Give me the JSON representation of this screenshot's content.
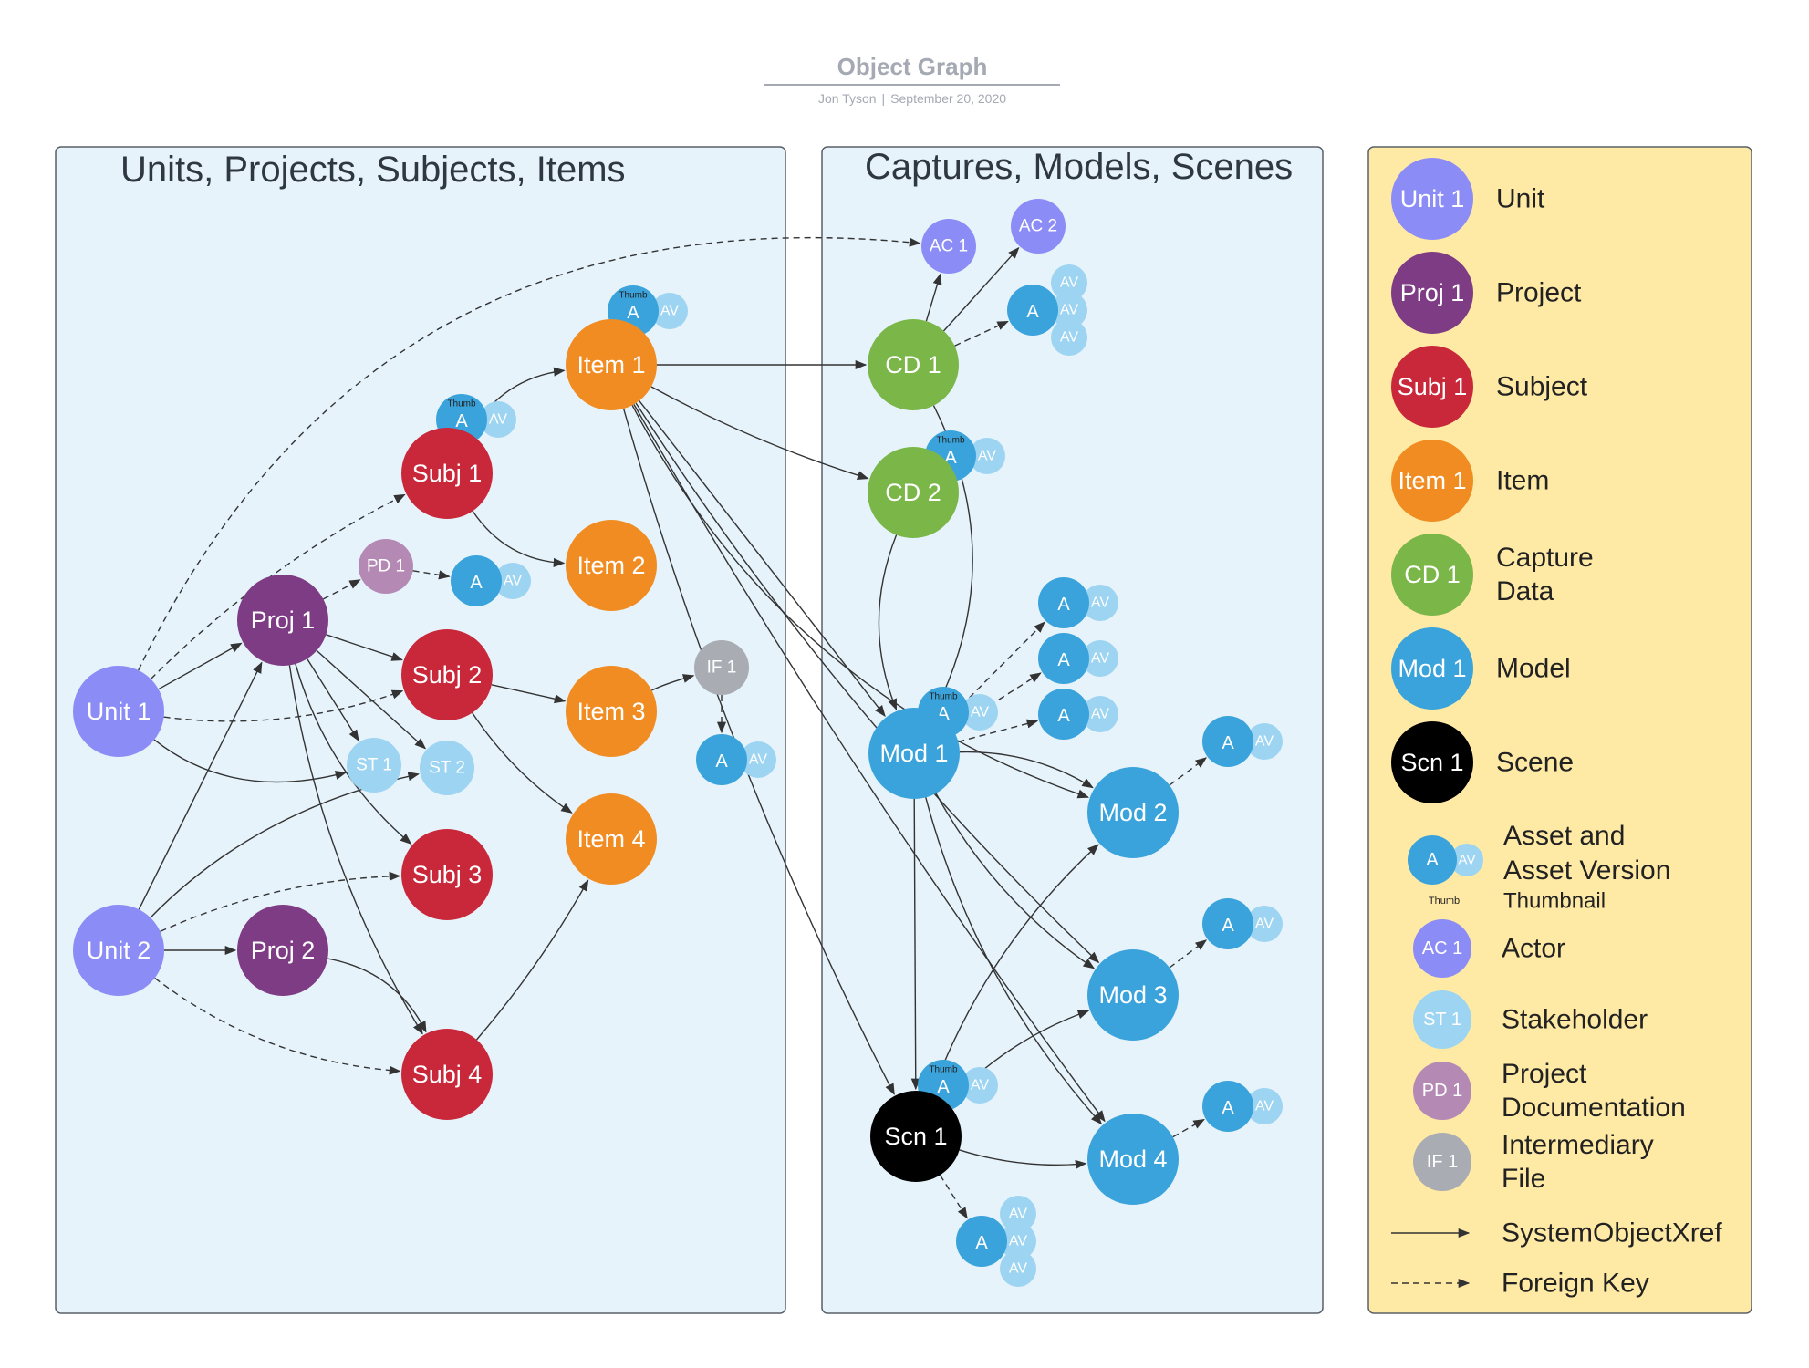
{
  "header": {
    "title": "Object Graph",
    "author": "Jon Tyson",
    "date": "September 20, 2020"
  },
  "panels": {
    "left_title": "Units, Projects, Subjects, Items",
    "middle_title": "Captures, Models, Scenes"
  },
  "colors": {
    "unit": "#8c8cf7",
    "project": "#7e3c84",
    "subject": "#c8283a",
    "item": "#f08c22",
    "capture": "#7ab648",
    "model": "#3aa3db",
    "scene": "#000000",
    "asset": "#3aa3db",
    "asset_version": "#9dd4f2",
    "actor": "#8c8cf7",
    "stakeholder": "#9dd4f2",
    "project_doc": "#b48ab5",
    "intermediary": "#a9adb3",
    "panel_fill": "#e6f3fb",
    "legend_fill": "#ffeaa5"
  },
  "nodes": [
    {
      "id": "unit1",
      "label": "Unit 1",
      "kind": "unit"
    },
    {
      "id": "unit2",
      "label": "Unit 2",
      "kind": "unit"
    },
    {
      "id": "proj1",
      "label": "Proj 1",
      "kind": "project"
    },
    {
      "id": "proj2",
      "label": "Proj 2",
      "kind": "project"
    },
    {
      "id": "pd1",
      "label": "PD 1",
      "kind": "project_doc"
    },
    {
      "id": "subj1",
      "label": "Subj 1",
      "kind": "subject"
    },
    {
      "id": "subj2",
      "label": "Subj 2",
      "kind": "subject"
    },
    {
      "id": "subj3",
      "label": "Subj 3",
      "kind": "subject"
    },
    {
      "id": "subj4",
      "label": "Subj 4",
      "kind": "subject"
    },
    {
      "id": "st1",
      "label": "ST 1",
      "kind": "stakeholder"
    },
    {
      "id": "st2",
      "label": "ST 2",
      "kind": "stakeholder"
    },
    {
      "id": "item1",
      "label": "Item 1",
      "kind": "item"
    },
    {
      "id": "item2",
      "label": "Item 2",
      "kind": "item"
    },
    {
      "id": "item3",
      "label": "Item 3",
      "kind": "item"
    },
    {
      "id": "item4",
      "label": "Item 4",
      "kind": "item"
    },
    {
      "id": "if1",
      "label": "IF 1",
      "kind": "intermediary"
    },
    {
      "id": "cd1",
      "label": "CD 1",
      "kind": "capture"
    },
    {
      "id": "cd2",
      "label": "CD 2",
      "kind": "capture"
    },
    {
      "id": "ac1",
      "label": "AC 1",
      "kind": "actor"
    },
    {
      "id": "ac2",
      "label": "AC 2",
      "kind": "actor"
    },
    {
      "id": "mod1",
      "label": "Mod 1",
      "kind": "model"
    },
    {
      "id": "mod2",
      "label": "Mod 2",
      "kind": "model"
    },
    {
      "id": "mod3",
      "label": "Mod 3",
      "kind": "model"
    },
    {
      "id": "mod4",
      "label": "Mod 4",
      "kind": "model"
    },
    {
      "id": "scn1",
      "label": "Scn 1",
      "kind": "scene"
    }
  ],
  "assets": [
    {
      "id": "a_item1",
      "a": "A",
      "av": [
        "AV"
      ],
      "thumb": "Thumb"
    },
    {
      "id": "a_subj1",
      "a": "A",
      "av": [
        "AV"
      ],
      "thumb": "Thumb"
    },
    {
      "id": "a_pd1",
      "a": "A",
      "av": [
        "AV"
      ],
      "thumb": ""
    },
    {
      "id": "a_if1",
      "a": "A",
      "av": [
        "AV"
      ],
      "thumb": ""
    },
    {
      "id": "a_cd1",
      "a": "A",
      "av": [
        "AV",
        "AV",
        "AV"
      ],
      "thumb": ""
    },
    {
      "id": "a_cd2",
      "a": "A",
      "av": [
        "AV"
      ],
      "thumb": "Thumb"
    },
    {
      "id": "a_mod1_t",
      "a": "A",
      "av": [
        "AV"
      ],
      "thumb": "Thumb"
    },
    {
      "id": "a_mod1_1",
      "a": "A",
      "av": [
        "AV"
      ],
      "thumb": ""
    },
    {
      "id": "a_mod1_2",
      "a": "A",
      "av": [
        "AV"
      ],
      "thumb": ""
    },
    {
      "id": "a_mod1_3",
      "a": "A",
      "av": [
        "AV"
      ],
      "thumb": ""
    },
    {
      "id": "a_mod2",
      "a": "A",
      "av": [
        "AV"
      ],
      "thumb": ""
    },
    {
      "id": "a_mod3",
      "a": "A",
      "av": [
        "AV"
      ],
      "thumb": ""
    },
    {
      "id": "a_mod4",
      "a": "A",
      "av": [
        "AV"
      ],
      "thumb": ""
    },
    {
      "id": "a_scn1_t",
      "a": "A",
      "av": [
        "AV"
      ],
      "thumb": "Thumb"
    },
    {
      "id": "a_scn1",
      "a": "A",
      "av": [
        "AV",
        "AV",
        "AV"
      ],
      "thumb": ""
    }
  ],
  "edges": [
    {
      "from": "unit1",
      "to": "proj1",
      "style": "solid"
    },
    {
      "from": "unit1",
      "to": "subj1",
      "style": "dashed"
    },
    {
      "from": "unit1",
      "to": "subj2",
      "style": "dashed"
    },
    {
      "from": "unit1",
      "to": "st1",
      "style": "solid"
    },
    {
      "from": "unit1",
      "to": "ac1",
      "style": "dashed"
    },
    {
      "from": "unit2",
      "to": "proj1",
      "style": "solid"
    },
    {
      "from": "unit2",
      "to": "proj2",
      "style": "solid"
    },
    {
      "from": "unit2",
      "to": "st2",
      "style": "solid"
    },
    {
      "from": "unit2",
      "to": "subj3",
      "style": "dashed"
    },
    {
      "from": "unit2",
      "to": "subj4",
      "style": "dashed"
    },
    {
      "from": "proj1",
      "to": "pd1",
      "style": "dashed"
    },
    {
      "from": "pd1",
      "to": "a_pd1",
      "style": "dashed"
    },
    {
      "from": "proj1",
      "to": "subj2",
      "style": "solid"
    },
    {
      "from": "proj1",
      "to": "st1",
      "style": "solid"
    },
    {
      "from": "proj1",
      "to": "st2",
      "style": "solid"
    },
    {
      "from": "proj1",
      "to": "subj3",
      "style": "solid"
    },
    {
      "from": "proj1",
      "to": "subj4",
      "style": "solid"
    },
    {
      "from": "proj2",
      "to": "subj4",
      "style": "solid"
    },
    {
      "from": "subj1",
      "to": "item1",
      "style": "solid"
    },
    {
      "from": "subj1",
      "to": "item2",
      "style": "solid"
    },
    {
      "from": "subj2",
      "to": "item3",
      "style": "solid"
    },
    {
      "from": "subj2",
      "to": "item4",
      "style": "solid"
    },
    {
      "from": "subj4",
      "to": "item4",
      "style": "solid"
    },
    {
      "from": "item3",
      "to": "if1",
      "style": "solid"
    },
    {
      "from": "if1",
      "to": "a_if1",
      "style": "dashed"
    },
    {
      "from": "item1",
      "to": "cd1",
      "style": "solid"
    },
    {
      "from": "item1",
      "to": "cd2",
      "style": "solid"
    },
    {
      "from": "item1",
      "to": "mod1",
      "style": "solid"
    },
    {
      "from": "item1",
      "to": "scn1",
      "style": "solid"
    },
    {
      "from": "item1",
      "to": "mod3",
      "style": "solid"
    },
    {
      "from": "item1",
      "to": "mod4",
      "style": "solid"
    },
    {
      "from": "item1",
      "to": "mod2",
      "style": "solid"
    },
    {
      "from": "cd1",
      "to": "ac1",
      "style": "solid"
    },
    {
      "from": "cd1",
      "to": "ac2",
      "style": "solid"
    },
    {
      "from": "cd1",
      "to": "a_cd1",
      "style": "dashed"
    },
    {
      "from": "cd1",
      "to": "mod1",
      "style": "solid"
    },
    {
      "from": "cd2",
      "to": "mod1",
      "style": "solid"
    },
    {
      "from": "mod1",
      "to": "a_mod1_1",
      "style": "dashed"
    },
    {
      "from": "mod1",
      "to": "a_mod1_2",
      "style": "dashed"
    },
    {
      "from": "mod1",
      "to": "a_mod1_3",
      "style": "dashed"
    },
    {
      "from": "mod1",
      "to": "mod2",
      "style": "solid"
    },
    {
      "from": "mod1",
      "to": "mod3",
      "style": "solid"
    },
    {
      "from": "mod1",
      "to": "mod4",
      "style": "solid"
    },
    {
      "from": "mod1",
      "to": "scn1",
      "style": "solid"
    },
    {
      "from": "mod2",
      "to": "a_mod2",
      "style": "dashed"
    },
    {
      "from": "mod3",
      "to": "a_mod3",
      "style": "dashed"
    },
    {
      "from": "mod4",
      "to": "a_mod4",
      "style": "dashed"
    },
    {
      "from": "scn1",
      "to": "mod2",
      "style": "solid"
    },
    {
      "from": "scn1",
      "to": "mod3",
      "style": "solid"
    },
    {
      "from": "scn1",
      "to": "mod4",
      "style": "solid"
    },
    {
      "from": "scn1",
      "to": "a_scn1",
      "style": "dashed"
    }
  ],
  "legend": {
    "items": [
      {
        "kind": "unit",
        "sample": "Unit 1",
        "label": "Unit"
      },
      {
        "kind": "project",
        "sample": "Proj 1",
        "label": "Project"
      },
      {
        "kind": "subject",
        "sample": "Subj 1",
        "label": "Subject"
      },
      {
        "kind": "item",
        "sample": "Item 1",
        "label": "Item"
      },
      {
        "kind": "capture",
        "sample": "CD 1",
        "label": "Capture Data"
      },
      {
        "kind": "model",
        "sample": "Mod 1",
        "label": "Model"
      },
      {
        "kind": "scene",
        "sample": "Scn 1",
        "label": "Scene"
      }
    ],
    "asset": {
      "a": "A",
      "av": "AV",
      "label": "Asset and Asset Version",
      "thumb_sample": "Thumb",
      "thumb_label": "Thumbnail"
    },
    "small_items": [
      {
        "kind": "actor",
        "sample": "AC 1",
        "label": "Actor"
      },
      {
        "kind": "stakeholder",
        "sample": "ST 1",
        "label": "Stakeholder"
      },
      {
        "kind": "project_doc",
        "sample": "PD 1",
        "label": "Project Documentation"
      },
      {
        "kind": "intermediary",
        "sample": "IF 1",
        "label": "Intermediary File"
      }
    ],
    "lines": [
      {
        "style": "solid",
        "label": "SystemObjectXref"
      },
      {
        "style": "dashed",
        "label": "Foreign Key"
      }
    ]
  }
}
